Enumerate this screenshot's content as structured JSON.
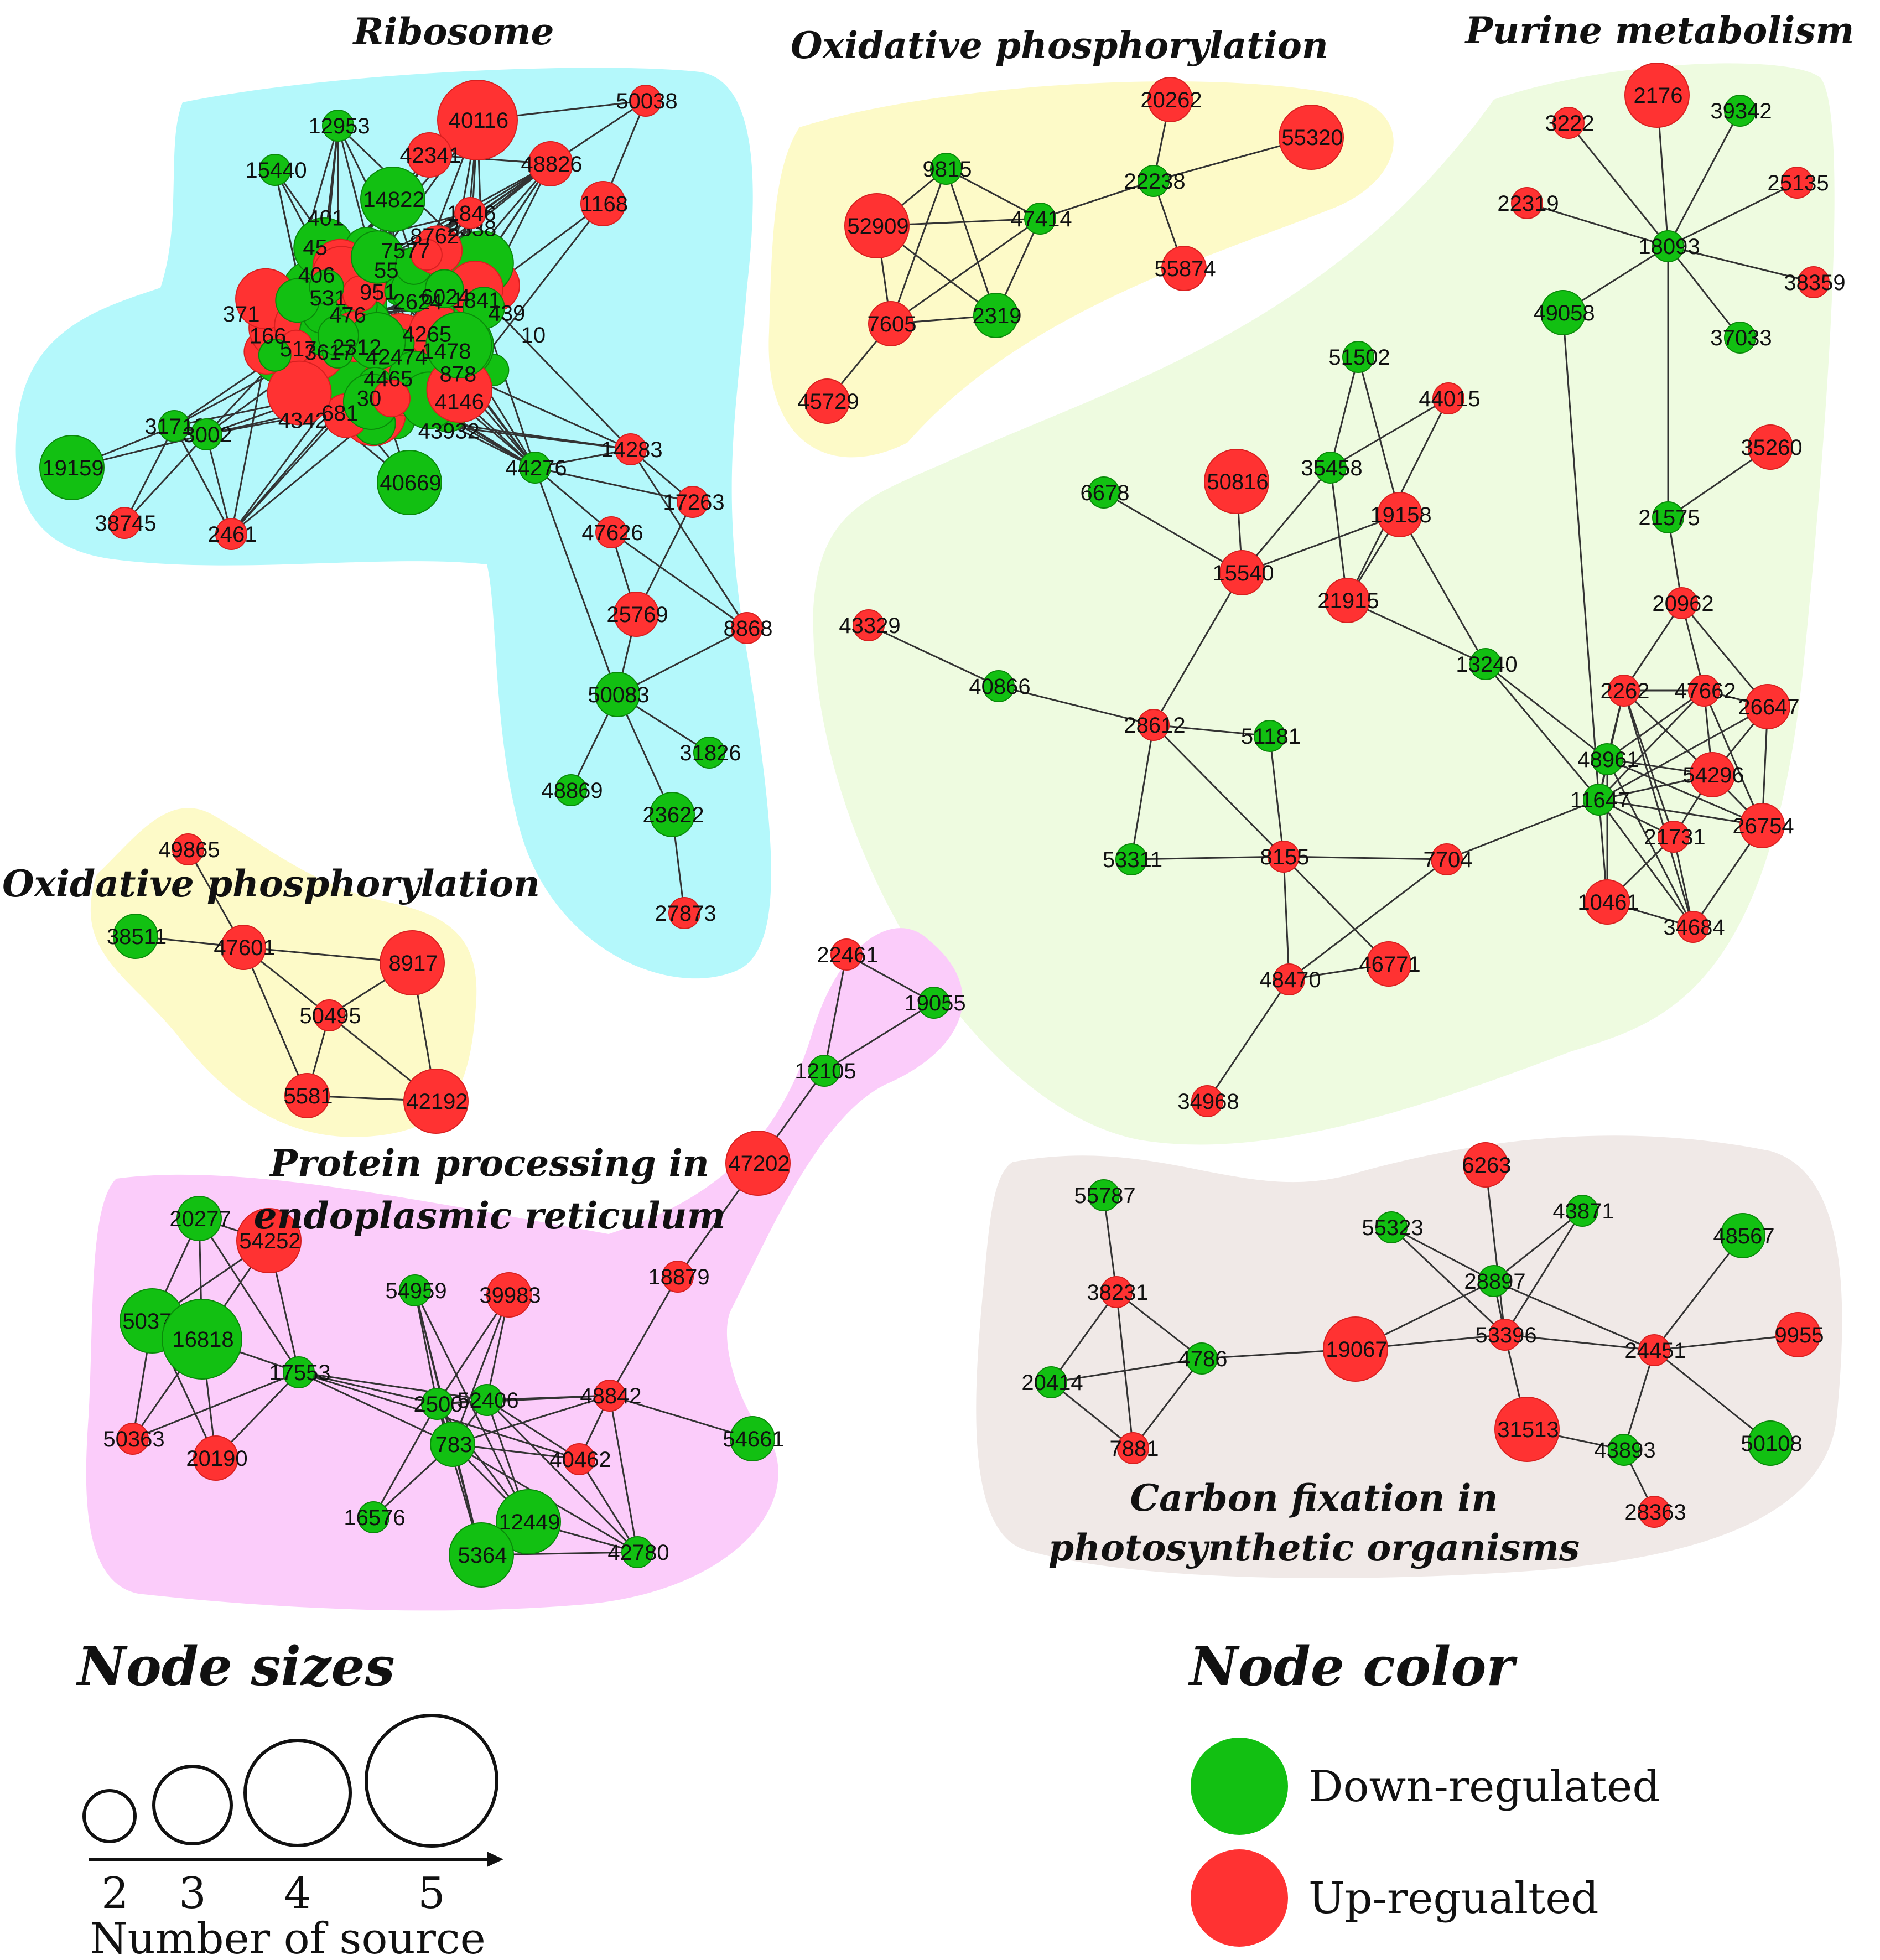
{
  "colors": {
    "down": "#12c012",
    "up": "#ff3232",
    "region_cyan": "#b4f8fb",
    "region_yellow": "#fdfac8",
    "region_green": "#eefbe0",
    "region_pink": "#fbccfa",
    "region_taupe": "#f0e9e7"
  },
  "titles": {
    "ribosome": "Ribosome",
    "oxphos_top": "Oxidative phosphorylation",
    "purine": "Purine metabolism",
    "oxphos_left": "Oxidative phosphorylation",
    "protein_1": "Protein processing in",
    "protein_2": "endoplasmic reticulum",
    "carbon_1": "Carbon fixation in",
    "carbon_2": "photosynthetic organisms"
  },
  "legend": {
    "sizes_title": "Node sizes",
    "size_ticks": [
      "2",
      "3",
      "4",
      "5"
    ],
    "axis_label": "Number of source",
    "color_title": "Node color",
    "down_label": "Down-regulated",
    "up_label": "Up-regualted"
  },
  "nodes": [
    {
      "id": "40116",
      "c": "up",
      "s": 5
    },
    {
      "id": "50038",
      "c": "up",
      "s": 2
    },
    {
      "id": "12953",
      "c": "down",
      "s": 2
    },
    {
      "id": "42341",
      "c": "up",
      "s": 3
    },
    {
      "id": "48826",
      "c": "up",
      "s": 3
    },
    {
      "id": "15440",
      "c": "down",
      "s": 2
    },
    {
      "id": "14822",
      "c": "down",
      "s": 4
    },
    {
      "id": "1846",
      "c": "up",
      "s": 2
    },
    {
      "id": "1168",
      "c": "up",
      "s": 3
    },
    {
      "id": "31712",
      "c": "down",
      "s": 2
    },
    {
      "id": "3002",
      "c": "down",
      "s": 2
    },
    {
      "id": "19159",
      "c": "down",
      "s": 4
    },
    {
      "id": "40669",
      "c": "down",
      "s": 4
    },
    {
      "id": "44276",
      "c": "down",
      "s": 2
    },
    {
      "id": "14283",
      "c": "up",
      "s": 2
    },
    {
      "id": "38745",
      "c": "up",
      "s": 2
    },
    {
      "id": "2461",
      "c": "up",
      "s": 2
    },
    {
      "id": "17263",
      "c": "up",
      "s": 2
    },
    {
      "id": "47626",
      "c": "up",
      "s": 2
    },
    {
      "id": "25769",
      "c": "up",
      "s": 3
    },
    {
      "id": "8868",
      "c": "up",
      "s": 2
    },
    {
      "id": "50083",
      "c": "down",
      "s": 3
    },
    {
      "id": "31826",
      "c": "down",
      "s": 2
    },
    {
      "id": "48869",
      "c": "down",
      "s": 2
    },
    {
      "id": "23622",
      "c": "down",
      "s": 3
    },
    {
      "id": "27873",
      "c": "up",
      "s": 2
    },
    {
      "id": "9815",
      "c": "down",
      "s": 2
    },
    {
      "id": "47414",
      "c": "down",
      "s": 2
    },
    {
      "id": "22238",
      "c": "down",
      "s": 2
    },
    {
      "id": "20262",
      "c": "up",
      "s": 3
    },
    {
      "id": "55320",
      "c": "up",
      "s": 4
    },
    {
      "id": "52909",
      "c": "up",
      "s": 4
    },
    {
      "id": "7605",
      "c": "up",
      "s": 3
    },
    {
      "id": "2319",
      "c": "down",
      "s": 3
    },
    {
      "id": "55874",
      "c": "up",
      "s": 3
    },
    {
      "id": "45729",
      "c": "up",
      "s": 3
    },
    {
      "id": "2176",
      "c": "up",
      "s": 4
    },
    {
      "id": "3222",
      "c": "up",
      "s": 2
    },
    {
      "id": "39342",
      "c": "down",
      "s": 2
    },
    {
      "id": "25135",
      "c": "up",
      "s": 2
    },
    {
      "id": "22319",
      "c": "up",
      "s": 2
    },
    {
      "id": "18093",
      "c": "down",
      "s": 2
    },
    {
      "id": "38359",
      "c": "up",
      "s": 2
    },
    {
      "id": "49058",
      "c": "down",
      "s": 3
    },
    {
      "id": "37033",
      "c": "down",
      "s": 2
    },
    {
      "id": "51502",
      "c": "down",
      "s": 2
    },
    {
      "id": "44015",
      "c": "up",
      "s": 2
    },
    {
      "id": "35260",
      "c": "up",
      "s": 3
    },
    {
      "id": "6678",
      "c": "down",
      "s": 2
    },
    {
      "id": "35458",
      "c": "down",
      "s": 2
    },
    {
      "id": "50816",
      "c": "up",
      "s": 4
    },
    {
      "id": "19158",
      "c": "up",
      "s": 3
    },
    {
      "id": "21575",
      "c": "down",
      "s": 2
    },
    {
      "id": "15540",
      "c": "up",
      "s": 3
    },
    {
      "id": "21915",
      "c": "up",
      "s": 3
    },
    {
      "id": "20962",
      "c": "up",
      "s": 2
    },
    {
      "id": "43329",
      "c": "up",
      "s": 2
    },
    {
      "id": "13240",
      "c": "down",
      "s": 2
    },
    {
      "id": "40866",
      "c": "down",
      "s": 2
    },
    {
      "id": "2262",
      "c": "up",
      "s": 2
    },
    {
      "id": "47662",
      "c": "up",
      "s": 2
    },
    {
      "id": "26647",
      "c": "up",
      "s": 3
    },
    {
      "id": "28612",
      "c": "up",
      "s": 2
    },
    {
      "id": "51181",
      "c": "down",
      "s": 2
    },
    {
      "id": "48961",
      "c": "down",
      "s": 2
    },
    {
      "id": "54296",
      "c": "up",
      "s": 3
    },
    {
      "id": "11647",
      "c": "down",
      "s": 2
    },
    {
      "id": "53311",
      "c": "down",
      "s": 2
    },
    {
      "id": "8155",
      "c": "up",
      "s": 2
    },
    {
      "id": "7704",
      "c": "up",
      "s": 2
    },
    {
      "id": "21731",
      "c": "up",
      "s": 2
    },
    {
      "id": "26754",
      "c": "up",
      "s": 3
    },
    {
      "id": "10461",
      "c": "up",
      "s": 3
    },
    {
      "id": "34684",
      "c": "up",
      "s": 2
    },
    {
      "id": "48470",
      "c": "up",
      "s": 2
    },
    {
      "id": "46771",
      "c": "up",
      "s": 3
    },
    {
      "id": "34968",
      "c": "up",
      "s": 2
    },
    {
      "id": "49865",
      "c": "up",
      "s": 2
    },
    {
      "id": "38511",
      "c": "down",
      "s": 3
    },
    {
      "id": "47601",
      "c": "up",
      "s": 3
    },
    {
      "id": "8917",
      "c": "up",
      "s": 4
    },
    {
      "id": "50495",
      "c": "up",
      "s": 2
    },
    {
      "id": "5581",
      "c": "up",
      "s": 3
    },
    {
      "id": "42192",
      "c": "up",
      "s": 4
    },
    {
      "id": "22461",
      "c": "up",
      "s": 2
    },
    {
      "id": "19055",
      "c": "down",
      "s": 2
    },
    {
      "id": "12105",
      "c": "down",
      "s": 2
    },
    {
      "id": "47202",
      "c": "up",
      "s": 4
    },
    {
      "id": "20277",
      "c": "down",
      "s": 3
    },
    {
      "id": "54252",
      "c": "up",
      "s": 4
    },
    {
      "id": "18879",
      "c": "up",
      "s": 2
    },
    {
      "id": "54959",
      "c": "down",
      "s": 2
    },
    {
      "id": "39983",
      "c": "up",
      "s": 3
    },
    {
      "id": "50377",
      "c": "down",
      "s": 4
    },
    {
      "id": "16818",
      "c": "down",
      "s": 5
    },
    {
      "id": "17553",
      "c": "down",
      "s": 2
    },
    {
      "id": "48842",
      "c": "up",
      "s": 2
    },
    {
      "id": "2500",
      "c": "down",
      "s": 2
    },
    {
      "id": "52406",
      "c": "down",
      "s": 2
    },
    {
      "id": "54661",
      "c": "down",
      "s": 3
    },
    {
      "id": "50363",
      "c": "up",
      "s": 2
    },
    {
      "id": "20190",
      "c": "up",
      "s": 3
    },
    {
      "id": "783",
      "c": "down",
      "s": 3
    },
    {
      "id": "40462",
      "c": "up",
      "s": 2
    },
    {
      "id": "16576",
      "c": "down",
      "s": 2
    },
    {
      "id": "12449",
      "c": "down",
      "s": 4
    },
    {
      "id": "5364",
      "c": "down",
      "s": 4
    },
    {
      "id": "42780",
      "c": "down",
      "s": 2
    },
    {
      "id": "6263",
      "c": "up",
      "s": 3
    },
    {
      "id": "55787",
      "c": "down",
      "s": 2
    },
    {
      "id": "43871",
      "c": "down",
      "s": 2
    },
    {
      "id": "55323",
      "c": "down",
      "s": 2
    },
    {
      "id": "48567",
      "c": "down",
      "s": 3
    },
    {
      "id": "28897",
      "c": "down",
      "s": 2
    },
    {
      "id": "38231",
      "c": "up",
      "s": 2
    },
    {
      "id": "53396",
      "c": "up",
      "s": 2
    },
    {
      "id": "9955",
      "c": "up",
      "s": 3
    },
    {
      "id": "4786",
      "c": "down",
      "s": 2
    },
    {
      "id": "19067",
      "c": "up",
      "s": 4
    },
    {
      "id": "24451",
      "c": "up",
      "s": 2
    },
    {
      "id": "20414",
      "c": "down",
      "s": 2
    },
    {
      "id": "31513",
      "c": "up",
      "s": 4
    },
    {
      "id": "50108",
      "c": "down",
      "s": 3
    },
    {
      "id": "7881",
      "c": "up",
      "s": 2
    },
    {
      "id": "43893",
      "c": "down",
      "s": 2
    },
    {
      "id": "28363",
      "c": "up",
      "s": 2
    }
  ],
  "cluster_labels": [
    "4265",
    "1478",
    "878",
    "4146",
    "43932",
    "42474",
    "4465",
    "30",
    "681",
    "4342",
    "2312",
    "3617",
    "517",
    "166",
    "371",
    "476",
    "531",
    "406",
    "45",
    "401",
    "951",
    "55",
    "7577",
    "8762",
    "2338",
    "2624",
    "6024",
    "1841",
    "439",
    "10"
  ],
  "edges": [
    [
      "40116",
      "50038"
    ],
    [
      "40116",
      "42341"
    ],
    [
      "42341",
      "48826"
    ],
    [
      "48826",
      "50038"
    ],
    [
      "50038",
      "1168"
    ],
    [
      "1846",
      "48826"
    ],
    [
      "44276",
      "14283"
    ],
    [
      "44276",
      "47626"
    ],
    [
      "44276",
      "50083"
    ],
    [
      "44276",
      "17263"
    ],
    [
      "14283",
      "17263"
    ],
    [
      "14283",
      "8868"
    ],
    [
      "17263",
      "25769"
    ],
    [
      "47626",
      "25769"
    ],
    [
      "47626",
      "8868"
    ],
    [
      "25769",
      "50083"
    ],
    [
      "50083",
      "8868"
    ],
    [
      "50083",
      "31826"
    ],
    [
      "50083",
      "48869"
    ],
    [
      "50083",
      "23622"
    ],
    [
      "23622",
      "27873"
    ],
    [
      "31712",
      "3002"
    ],
    [
      "31712",
      "19159"
    ],
    [
      "3002",
      "19159"
    ],
    [
      "3002",
      "2461"
    ],
    [
      "38745",
      "3002"
    ],
    [
      "38745",
      "31712"
    ],
    [
      "2461",
      "31712"
    ],
    [
      "9815",
      "47414"
    ],
    [
      "9815",
      "52909"
    ],
    [
      "9815",
      "7605"
    ],
    [
      "9815",
      "2319"
    ],
    [
      "47414",
      "52909"
    ],
    [
      "47414",
      "7605"
    ],
    [
      "47414",
      "2319"
    ],
    [
      "52909",
      "7605"
    ],
    [
      "52909",
      "2319"
    ],
    [
      "7605",
      "2319"
    ],
    [
      "7605",
      "45729"
    ],
    [
      "47414",
      "22238"
    ],
    [
      "22238",
      "20262"
    ],
    [
      "22238",
      "55320"
    ],
    [
      "22238",
      "55874"
    ],
    [
      "18093",
      "2176"
    ],
    [
      "18093",
      "3222"
    ],
    [
      "18093",
      "39342"
    ],
    [
      "18093",
      "25135"
    ],
    [
      "18093",
      "22319"
    ],
    [
      "18093",
      "38359"
    ],
    [
      "18093",
      "49058"
    ],
    [
      "18093",
      "37033"
    ],
    [
      "18093",
      "21575"
    ],
    [
      "49058",
      "11647"
    ],
    [
      "21575",
      "35260"
    ],
    [
      "21575",
      "20962"
    ],
    [
      "51502",
      "35458"
    ],
    [
      "51502",
      "19158"
    ],
    [
      "44015",
      "35458"
    ],
    [
      "44015",
      "21915"
    ],
    [
      "35458",
      "15540"
    ],
    [
      "35458",
      "21915"
    ],
    [
      "6678",
      "15540"
    ],
    [
      "50816",
      "15540"
    ],
    [
      "15540",
      "19158"
    ],
    [
      "19158",
      "21915"
    ],
    [
      "19158",
      "13240"
    ],
    [
      "21915",
      "13240"
    ],
    [
      "15540",
      "28612"
    ],
    [
      "43329",
      "40866"
    ],
    [
      "40866",
      "28612"
    ],
    [
      "28612",
      "51181"
    ],
    [
      "28612",
      "53311"
    ],
    [
      "28612",
      "8155"
    ],
    [
      "51181",
      "8155"
    ],
    [
      "53311",
      "8155"
    ],
    [
      "8155",
      "7704"
    ],
    [
      "8155",
      "48470"
    ],
    [
      "8155",
      "46771"
    ],
    [
      "48470",
      "46771"
    ],
    [
      "48470",
      "34968"
    ],
    [
      "48470",
      "7704"
    ],
    [
      "7704",
      "11647"
    ],
    [
      "13240",
      "48961"
    ],
    [
      "13240",
      "11647"
    ],
    [
      "20962",
      "2262"
    ],
    [
      "20962",
      "47662"
    ],
    [
      "20962",
      "26647"
    ],
    [
      "2262",
      "47662"
    ],
    [
      "2262",
      "48961"
    ],
    [
      "2262",
      "11647"
    ],
    [
      "2262",
      "54296"
    ],
    [
      "2262",
      "21731"
    ],
    [
      "47662",
      "26647"
    ],
    [
      "47662",
      "48961"
    ],
    [
      "47662",
      "11647"
    ],
    [
      "47662",
      "54296"
    ],
    [
      "47662",
      "26754"
    ],
    [
      "26647",
      "54296"
    ],
    [
      "26647",
      "26754"
    ],
    [
      "26647",
      "11647"
    ],
    [
      "48961",
      "11647"
    ],
    [
      "48961",
      "54296"
    ],
    [
      "48961",
      "26754"
    ],
    [
      "48961",
      "10461"
    ],
    [
      "11647",
      "54296"
    ],
    [
      "11647",
      "21731"
    ],
    [
      "11647",
      "26754"
    ],
    [
      "11647",
      "10461"
    ],
    [
      "11647",
      "34684"
    ],
    [
      "54296",
      "21731"
    ],
    [
      "54296",
      "26754"
    ],
    [
      "21731",
      "10461"
    ],
    [
      "21731",
      "34684"
    ],
    [
      "26754",
      "34684"
    ],
    [
      "10461",
      "34684"
    ],
    [
      "48961",
      "34684"
    ],
    [
      "2262",
      "34684"
    ],
    [
      "49865",
      "47601"
    ],
    [
      "38511",
      "47601"
    ],
    [
      "47601",
      "8917"
    ],
    [
      "47601",
      "5581"
    ],
    [
      "47601",
      "50495"
    ],
    [
      "50495",
      "5581"
    ],
    [
      "50495",
      "42192"
    ],
    [
      "8917",
      "42192"
    ],
    [
      "5581",
      "42192"
    ],
    [
      "8917",
      "50495"
    ],
    [
      "22461",
      "19055"
    ],
    [
      "22461",
      "12105"
    ],
    [
      "19055",
      "12105"
    ],
    [
      "12105",
      "47202"
    ],
    [
      "47202",
      "18879"
    ],
    [
      "18879",
      "48842"
    ],
    [
      "48842",
      "52406"
    ],
    [
      "48842",
      "2500"
    ],
    [
      "48842",
      "40462"
    ],
    [
      "48842",
      "42780"
    ],
    [
      "48842",
      "54661"
    ],
    [
      "48842",
      "783"
    ],
    [
      "20277",
      "54252"
    ],
    [
      "20277",
      "50377"
    ],
    [
      "20277",
      "16818"
    ],
    [
      "20277",
      "17553"
    ],
    [
      "54252",
      "50377"
    ],
    [
      "54252",
      "16818"
    ],
    [
      "54252",
      "17553"
    ],
    [
      "50377",
      "16818"
    ],
    [
      "50377",
      "50363"
    ],
    [
      "50377",
      "20190"
    ],
    [
      "16818",
      "50363"
    ],
    [
      "16818",
      "20190"
    ],
    [
      "16818",
      "17553"
    ],
    [
      "17553",
      "50363"
    ],
    [
      "17553",
      "20190"
    ],
    [
      "17553",
      "2500"
    ],
    [
      "17553",
      "52406"
    ],
    [
      "17553",
      "783"
    ],
    [
      "17553",
      "40462"
    ],
    [
      "54959",
      "2500"
    ],
    [
      "54959",
      "783"
    ],
    [
      "54959",
      "5364"
    ],
    [
      "54959",
      "12449"
    ],
    [
      "39983",
      "2500"
    ],
    [
      "39983",
      "783"
    ],
    [
      "39983",
      "52406"
    ],
    [
      "2500",
      "52406"
    ],
    [
      "2500",
      "783"
    ],
    [
      "2500",
      "16576"
    ],
    [
      "2500",
      "5364"
    ],
    [
      "52406",
      "783"
    ],
    [
      "52406",
      "40462"
    ],
    [
      "52406",
      "12449"
    ],
    [
      "52406",
      "42780"
    ],
    [
      "783",
      "16576"
    ],
    [
      "783",
      "5364"
    ],
    [
      "783",
      "12449"
    ],
    [
      "783",
      "40462"
    ],
    [
      "783",
      "42780"
    ],
    [
      "12449",
      "5364"
    ],
    [
      "12449",
      "42780"
    ],
    [
      "5364",
      "42780"
    ],
    [
      "40462",
      "42780"
    ],
    [
      "2500",
      "12449"
    ],
    [
      "55787",
      "38231"
    ],
    [
      "38231",
      "4786"
    ],
    [
      "38231",
      "20414"
    ],
    [
      "38231",
      "7881"
    ],
    [
      "4786",
      "20414"
    ],
    [
      "4786",
      "7881"
    ],
    [
      "20414",
      "7881"
    ],
    [
      "4786",
      "19067"
    ],
    [
      "19067",
      "53396"
    ],
    [
      "19067",
      "28897"
    ],
    [
      "53396",
      "6263"
    ],
    [
      "53396",
      "55323"
    ],
    [
      "53396",
      "43871"
    ],
    [
      "53396",
      "28897"
    ],
    [
      "53396",
      "31513"
    ],
    [
      "53396",
      "24451"
    ],
    [
      "28897",
      "55323"
    ],
    [
      "28897",
      "43871"
    ],
    [
      "28897",
      "24451"
    ],
    [
      "24451",
      "48567"
    ],
    [
      "24451",
      "9955"
    ],
    [
      "24451",
      "50108"
    ],
    [
      "24451",
      "43893"
    ],
    [
      "31513",
      "43893"
    ],
    [
      "43893",
      "28363"
    ]
  ]
}
